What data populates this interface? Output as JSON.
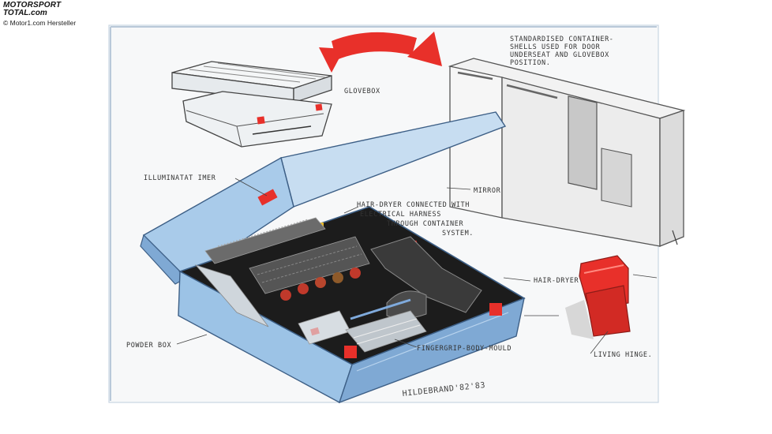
{
  "watermark": {
    "line1": "MOTORSPORT",
    "line2": "TOTAL.com"
  },
  "credit": "© Motor1.com Hersteller",
  "labels": {
    "standardised_1": "STANDARDISED CONTAINER-",
    "standardised_2": "SHELLS USED FOR DOOR",
    "standardised_3": "UNDERSEAT AND GLOVEBOX",
    "standardised_4": "POSITION.",
    "glovebox": "GLOVEBOX",
    "illuminated": "ILLUMINATAT IMER",
    "mirror": "MIRROR",
    "hairdryer_note_1": "HAIR-DRYER CONNECTED WITH",
    "hairdryer_note_2": "ELECTRICAL HARNESS",
    "hairdryer_note_3": "THROUGH CONTAINER",
    "hairdryer_note_4": "SYSTEM.",
    "hairdryer": "HAIR-DRYER",
    "powder_box": "POWDER BOX",
    "finger_mould": "FINGERGRIP-BODY-MOULD",
    "living_hinge": "LIVING HINGE.",
    "signature": "HILDEBRAND'82'83"
  },
  "colors": {
    "accent_red": "#e8302a",
    "shell_blue": "#9cc3e6",
    "shell_blue_dark": "#5e8fc2",
    "interior": "#1c1c1c"
  }
}
